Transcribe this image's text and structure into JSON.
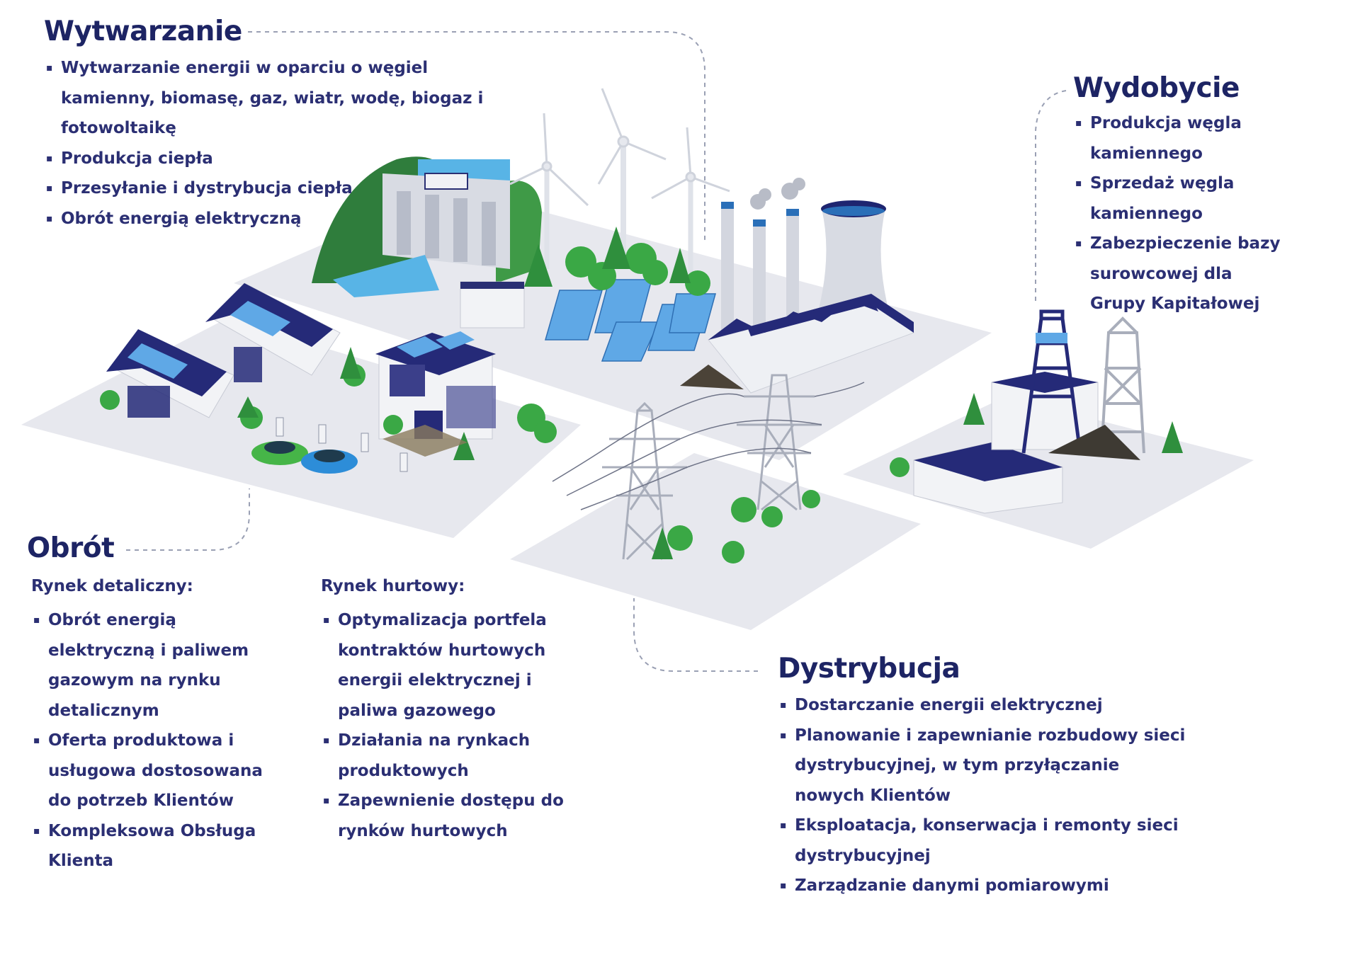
{
  "sections": {
    "wytwarzanie": {
      "title": "Wytwarzanie",
      "items": [
        "Wytwarzanie energii w oparciu o węgiel kamienny, biomasę, gaz, wiatr, wodę, biogaz i fotowoltaikę",
        "Produkcja ciepła",
        "Przesyłanie i dystrybucja ciepła",
        "Obrót energią elektryczną"
      ]
    },
    "wydobycie": {
      "title": "Wydobycie",
      "items": [
        "Produkcja węgla kamiennego",
        "Sprzedaż węgla kamiennego",
        "Zabezpieczenie bazy surowcowej dla Grupy Kapitałowej"
      ]
    },
    "obrot": {
      "title": "Obrót",
      "retail": {
        "label": "Rynek detaliczny:",
        "items": [
          "Obrót energią elektryczną i paliwem gazowym na rynku detalicznym",
          "Oferta produktowa i usługowa dostosowana do potrzeb Klientów",
          "Kompleksowa Obsługa Klienta"
        ]
      },
      "wholesale": {
        "label": "Rynek hurtowy:",
        "items": [
          "Optymalizacja portfela kontraktów hurtowych energii elektrycznej i paliwa gazowego",
          "Działania na rynkach produktowych",
          "Zapewnienie dostępu do rynków hurtowych"
        ]
      }
    },
    "dystrybucja": {
      "title": "Dystrybucja",
      "items": [
        "Dostarczanie energii elektrycznej",
        "Planowanie i zapewnianie rozbudowy sieci dystrybucyjnej, w tym przyłączanie nowych Klientów",
        "Eksploatacja, konserwacja i remonty sieci dystrybucyjnej",
        "Zarządzanie danymi pomiarowymi"
      ]
    }
  },
  "colors": {
    "navy": "#1d2464",
    "roof": "#252a78",
    "panel": "#5fa8e6",
    "ground": "#e8e9ee",
    "tree": "#3aa845",
    "hill": "#2f7d3c"
  }
}
